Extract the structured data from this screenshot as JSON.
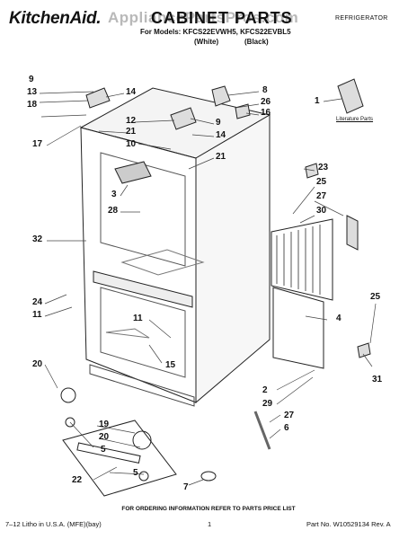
{
  "header": {
    "brand": "KitchenAid.",
    "title": "CABINET PARTS",
    "watermark": "AppliancePartsPros.com",
    "category": "REFRIGERATOR",
    "models": "For Models: KFCS22EVWH5, KFCS22EVBL5",
    "white": "(White)",
    "black": "(Black)"
  },
  "literature_label": "Literature Parts",
  "callouts": [
    "9",
    "13",
    "18",
    "17",
    "14",
    "12",
    "10",
    "21",
    "9",
    "14",
    "21",
    "8",
    "26",
    "16",
    "1",
    "3",
    "28",
    "32",
    "23",
    "25",
    "27",
    "30",
    "24",
    "11",
    "11",
    "15",
    "20",
    "4",
    "25",
    "2",
    "29",
    "27",
    "6",
    "31",
    "19",
    "20",
    "5",
    "22",
    "5",
    "7"
  ],
  "footer": {
    "note": "FOR ORDERING INFORMATION REFER TO PARTS PRICE LIST",
    "litho": "7–12 Litho in U.S.A. (MFE)(bay)",
    "page": "1",
    "partno": "Part No. W10529134 Rev. A"
  }
}
